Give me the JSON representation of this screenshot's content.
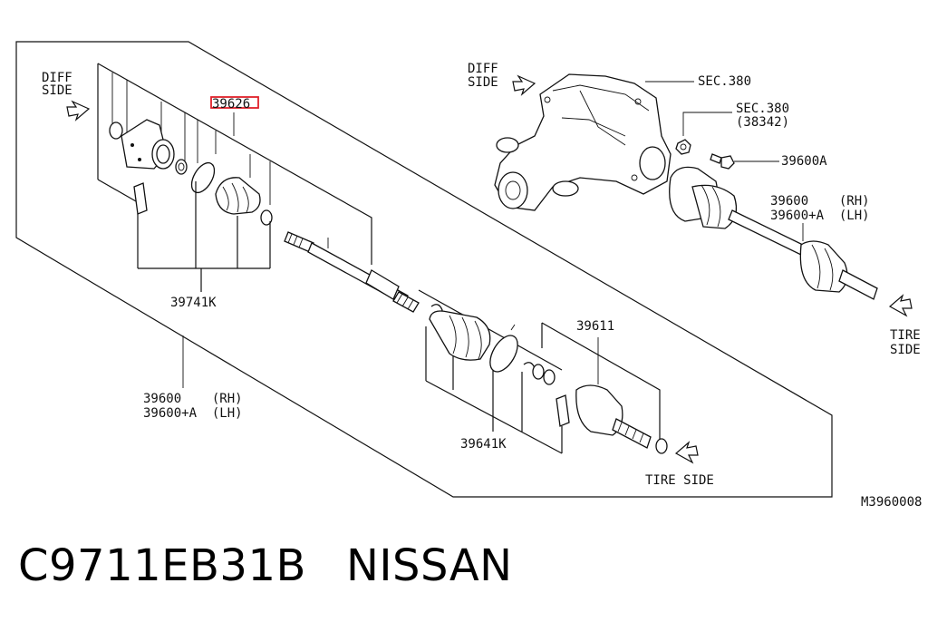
{
  "labels": {
    "diff_side_left_1": "DIFF",
    "diff_side_left_2": "SIDE",
    "highlighted_part": "39626",
    "kit_39741k": "39741K",
    "shaft_left_1": "39600    (RH)",
    "shaft_left_2": "39600+A  (LH)",
    "diff_side_top_1": "DIFF",
    "diff_side_top_2": "SIDE",
    "sec380": "SEC.380",
    "sec380_2": "SEC.380",
    "sec380_2_sub": "(38342)",
    "bolt_39600a": "39600A",
    "shaft_right_1": "39600    (RH)",
    "shaft_right_2": "39600+A  (LH)",
    "tire_side_right_1": "TIRE",
    "tire_side_right_2": "SIDE",
    "joint_39611": "39611",
    "kit_39641k": "39641K",
    "tire_side_bottom": "TIRE SIDE",
    "diagram_code": "M3960008"
  },
  "caption": {
    "part_number": "C9711EB31B",
    "brand": "NISSAN"
  },
  "colors": {
    "highlight": "#e0202a",
    "line": "#111111"
  }
}
